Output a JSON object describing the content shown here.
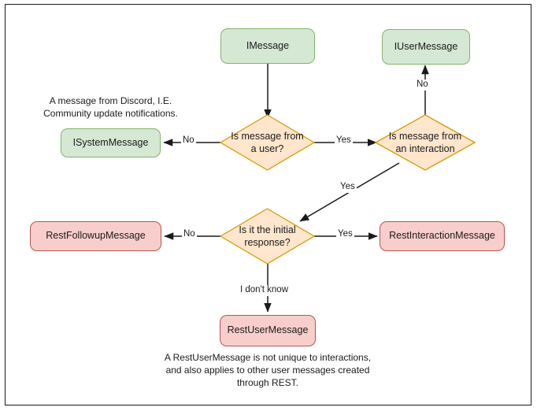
{
  "diagram": {
    "title": "Discord message type decision flowchart",
    "colors": {
      "green_fill": "#d5e8d4",
      "green_stroke": "#82b366",
      "orange_fill": "#ffe6cc",
      "orange_stroke": "#d79b00",
      "pink_fill": "#f8cecc",
      "pink_stroke": "#b85450",
      "edge_stroke": "#1a1a1a",
      "frame_stroke": "#1a1a1a"
    },
    "nodes": {
      "imessage": "IMessage",
      "iusermessage": "IUserMessage",
      "isystemmessage": "ISystemMessage",
      "decision_user": "Is message from a user?",
      "decision_interaction": "Is message from an interaction",
      "decision_initial": "Is it the initial response?",
      "restfollowupmessage": "RestFollowupMessage",
      "restinteractionmessage": "RestInteractionMessage",
      "restusermessage": "RestUserMessage"
    },
    "edge_labels": {
      "user_no": "No",
      "user_yes": "Yes",
      "interaction_no": "No",
      "interaction_yes": "Yes",
      "initial_no": "No",
      "initial_yes": "Yes",
      "initial_unknown": "I don't know"
    },
    "notes": {
      "system_message": "A message from Discord, I.E.\nCommunity update notifications.",
      "rest_user_message": "A RestUserMessage is not unique to interactions,\nand also applies to other user messages created\nthrough REST."
    }
  }
}
